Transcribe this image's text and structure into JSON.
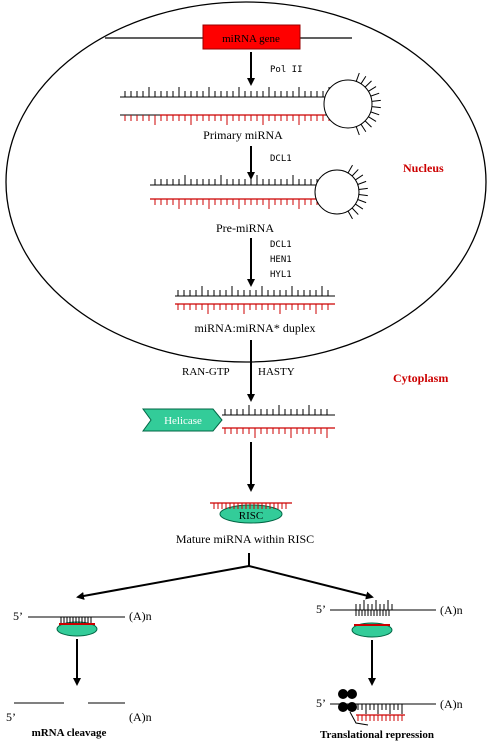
{
  "gene_label": "miRNA gene",
  "steps": {
    "pol2": "Pol II",
    "dcl1_a": "DCL1",
    "dcl1_b": "DCL1",
    "hen1": "HEN1",
    "hyl1": "HYL1",
    "ran_gtp": "RAN-GTP",
    "hasty": "HASTY"
  },
  "labels": {
    "primary": "Primary miRNA",
    "pre": "Pre-miRNA",
    "duplex": "miRNA:miRNA* duplex",
    "nucleus": "Nucleus",
    "cytoplasm": "Cytoplasm",
    "helicase": "Helicase",
    "risc": "RISC",
    "mature": "Mature miRNA within RISC"
  },
  "mrna": {
    "five_prime": "5’",
    "polya": "(A)n",
    "cleavage": "mRNA cleavage",
    "repression": "Translational repression"
  },
  "colors": {
    "red_strand": "#cc0000",
    "gene_box": "#ff0000",
    "complex_green": "#33cc99",
    "label_red": "#cc0000"
  }
}
